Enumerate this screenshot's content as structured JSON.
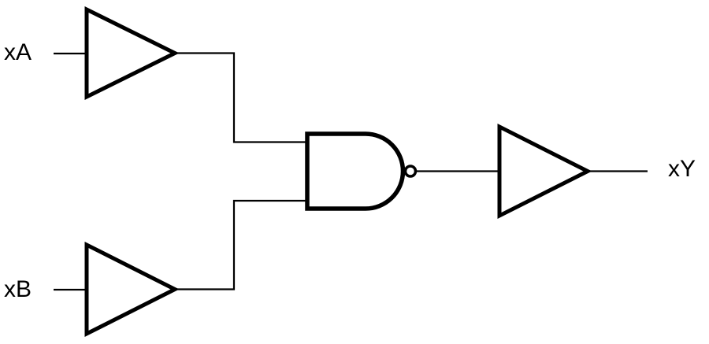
{
  "circuit": {
    "description": "Logic schematic: two buffered inputs into a NAND gate, output buffered",
    "background_color": "#ffffff",
    "line_color": "#000000",
    "labels": {
      "input_a": "xA",
      "input_b": "xB",
      "output": "xY"
    },
    "components": [
      {
        "id": "buffer-a",
        "type": "buffer",
        "input": "xA"
      },
      {
        "id": "buffer-b",
        "type": "buffer",
        "input": "xB"
      },
      {
        "id": "nand-gate",
        "type": "nand",
        "inputs": [
          "buffer-a",
          "buffer-b"
        ]
      },
      {
        "id": "buffer-y",
        "type": "buffer",
        "input": "nand-gate",
        "output": "xY"
      }
    ]
  }
}
